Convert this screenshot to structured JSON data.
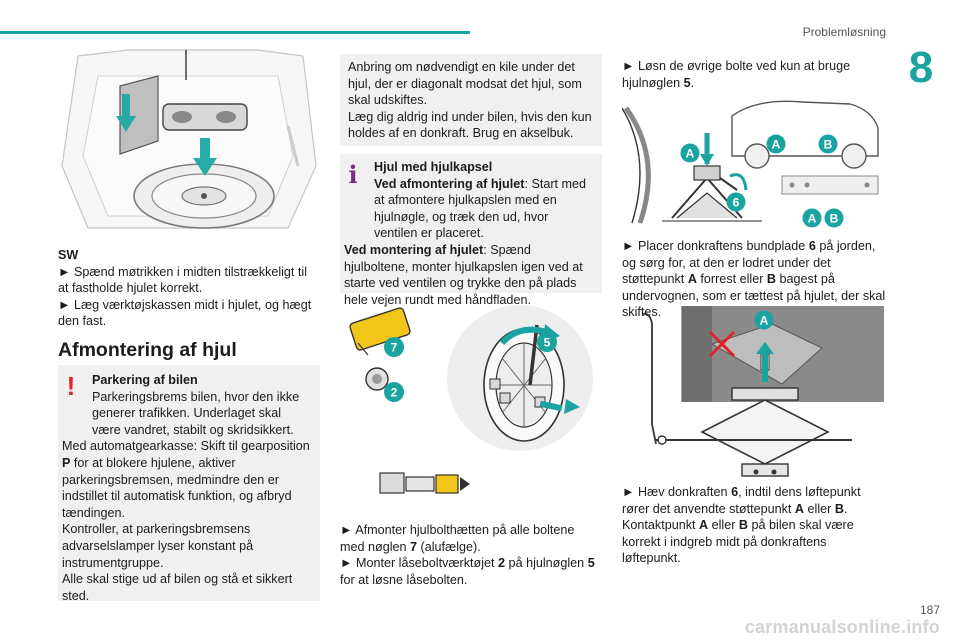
{
  "header": {
    "section_title": "Problemløsning",
    "chapter_number": "8"
  },
  "footer": {
    "page_number": "187",
    "watermark": "carmanualsonline.info"
  },
  "col1": {
    "sw_label": "SW",
    "step1": "► Spænd møtrikken i midten tilstrækkeligt til at fastholde hjulet korrekt.",
    "step2": "► Læg værktøjskassen midt i hjulet, og hægt den fast.",
    "heading": "Afmontering af hjul",
    "warning": {
      "title": "Parkering af bilen",
      "line1": "Parkeringsbrems bilen, hvor den ikke generer trafikken. Underlaget skal være vandret, stabilt og skridsikkert.",
      "line2_pre": "Med automatgearkasse: Skift til gearposition ",
      "line2_bold": "P",
      "line2_post": " for at blokere hjulene, aktiver parkeringsbremsen, medmindre den er indstillet til automatisk funktion, og afbryd tændingen.",
      "line3": "Kontroller, at parkeringsbremsens advarselslamper lyser konstant på instrumentgruppe.",
      "line4": "Alle skal stige ud af bilen og stå et sikkert sted."
    }
  },
  "col2": {
    "note_box": {
      "line1": "Anbring om nødvendigt en kile under det hjul, der er diagonalt modsat det hjul, som skal udskiftes.",
      "line2": "Læg dig aldrig ind under bilen, hvis den kun holdes af en donkraft. Brug en akselbuk."
    },
    "info_box": {
      "title": "Hjul med hjulkapsel",
      "removal_label": "Ved afmontering af hjulet",
      "removal_text": ": Start med at afmontere hjulkapslen med en hjulnøgle, og træk den ud, hvor ventilen er placeret.",
      "mount_label": "Ved montering af hjulet",
      "mount_text": ": Spænd hjulboltene, monter hjulkapslen igen ved at starte ved ventilen og trykke den på plads hele vejen rundt med håndfladen."
    },
    "figure_labels": {
      "seven": "7",
      "two": "2",
      "five": "5"
    },
    "step1_pre": "► Afmonter hjulbolthætten på alle boltene med nøglen ",
    "step1_bold": "7",
    "step1_post": " (alufælge).",
    "step2_pre": "► Monter låseboltværktøjet ",
    "step2_bold1": "2",
    "step2_mid": " på hjulnøglen ",
    "step2_bold2": "5",
    "step2_post": " for at løsne låsebolten."
  },
  "col3": {
    "step1_pre": "► Løsn de øvrige bolte ved kun at bruge hjulnøglen ",
    "step1_bold": "5",
    "step1_post": ".",
    "figure1_labels": {
      "a": "A",
      "b": "B",
      "six": "6"
    },
    "step2_pre": "► Placer donkraftens bundplade ",
    "step2_b1": "6",
    "step2_mid1": " på jorden, og sørg for, at den er lodret under det støttepunkt ",
    "step2_b2": "A",
    "step2_mid2": " forrest eller ",
    "step2_b3": "B",
    "step2_post": " bagest på undervognen, som er tættest på hjulet, der skal skiftes.",
    "figure2_labels": {
      "a": "A"
    },
    "step3_pre": "► Hæv donkraften ",
    "step3_b1": "6",
    "step3_mid1": ", indtil dens løftepunkt rører det anvendte støttepunkt ",
    "step3_b2": "A",
    "step3_mid2": " eller ",
    "step3_b3": "B",
    "step3_mid3": ". Kontaktpunkt ",
    "step3_b4": "A",
    "step3_mid4": " eller ",
    "step3_b5": "B",
    "step3_post": " på bilen skal være korrekt i indgreb midt på donkraftens løftepunkt."
  },
  "colors": {
    "accent": "#1aa3a0",
    "warning": "#e4202a",
    "info": "#7b2d86",
    "box_bg": "#f0f0f0"
  }
}
